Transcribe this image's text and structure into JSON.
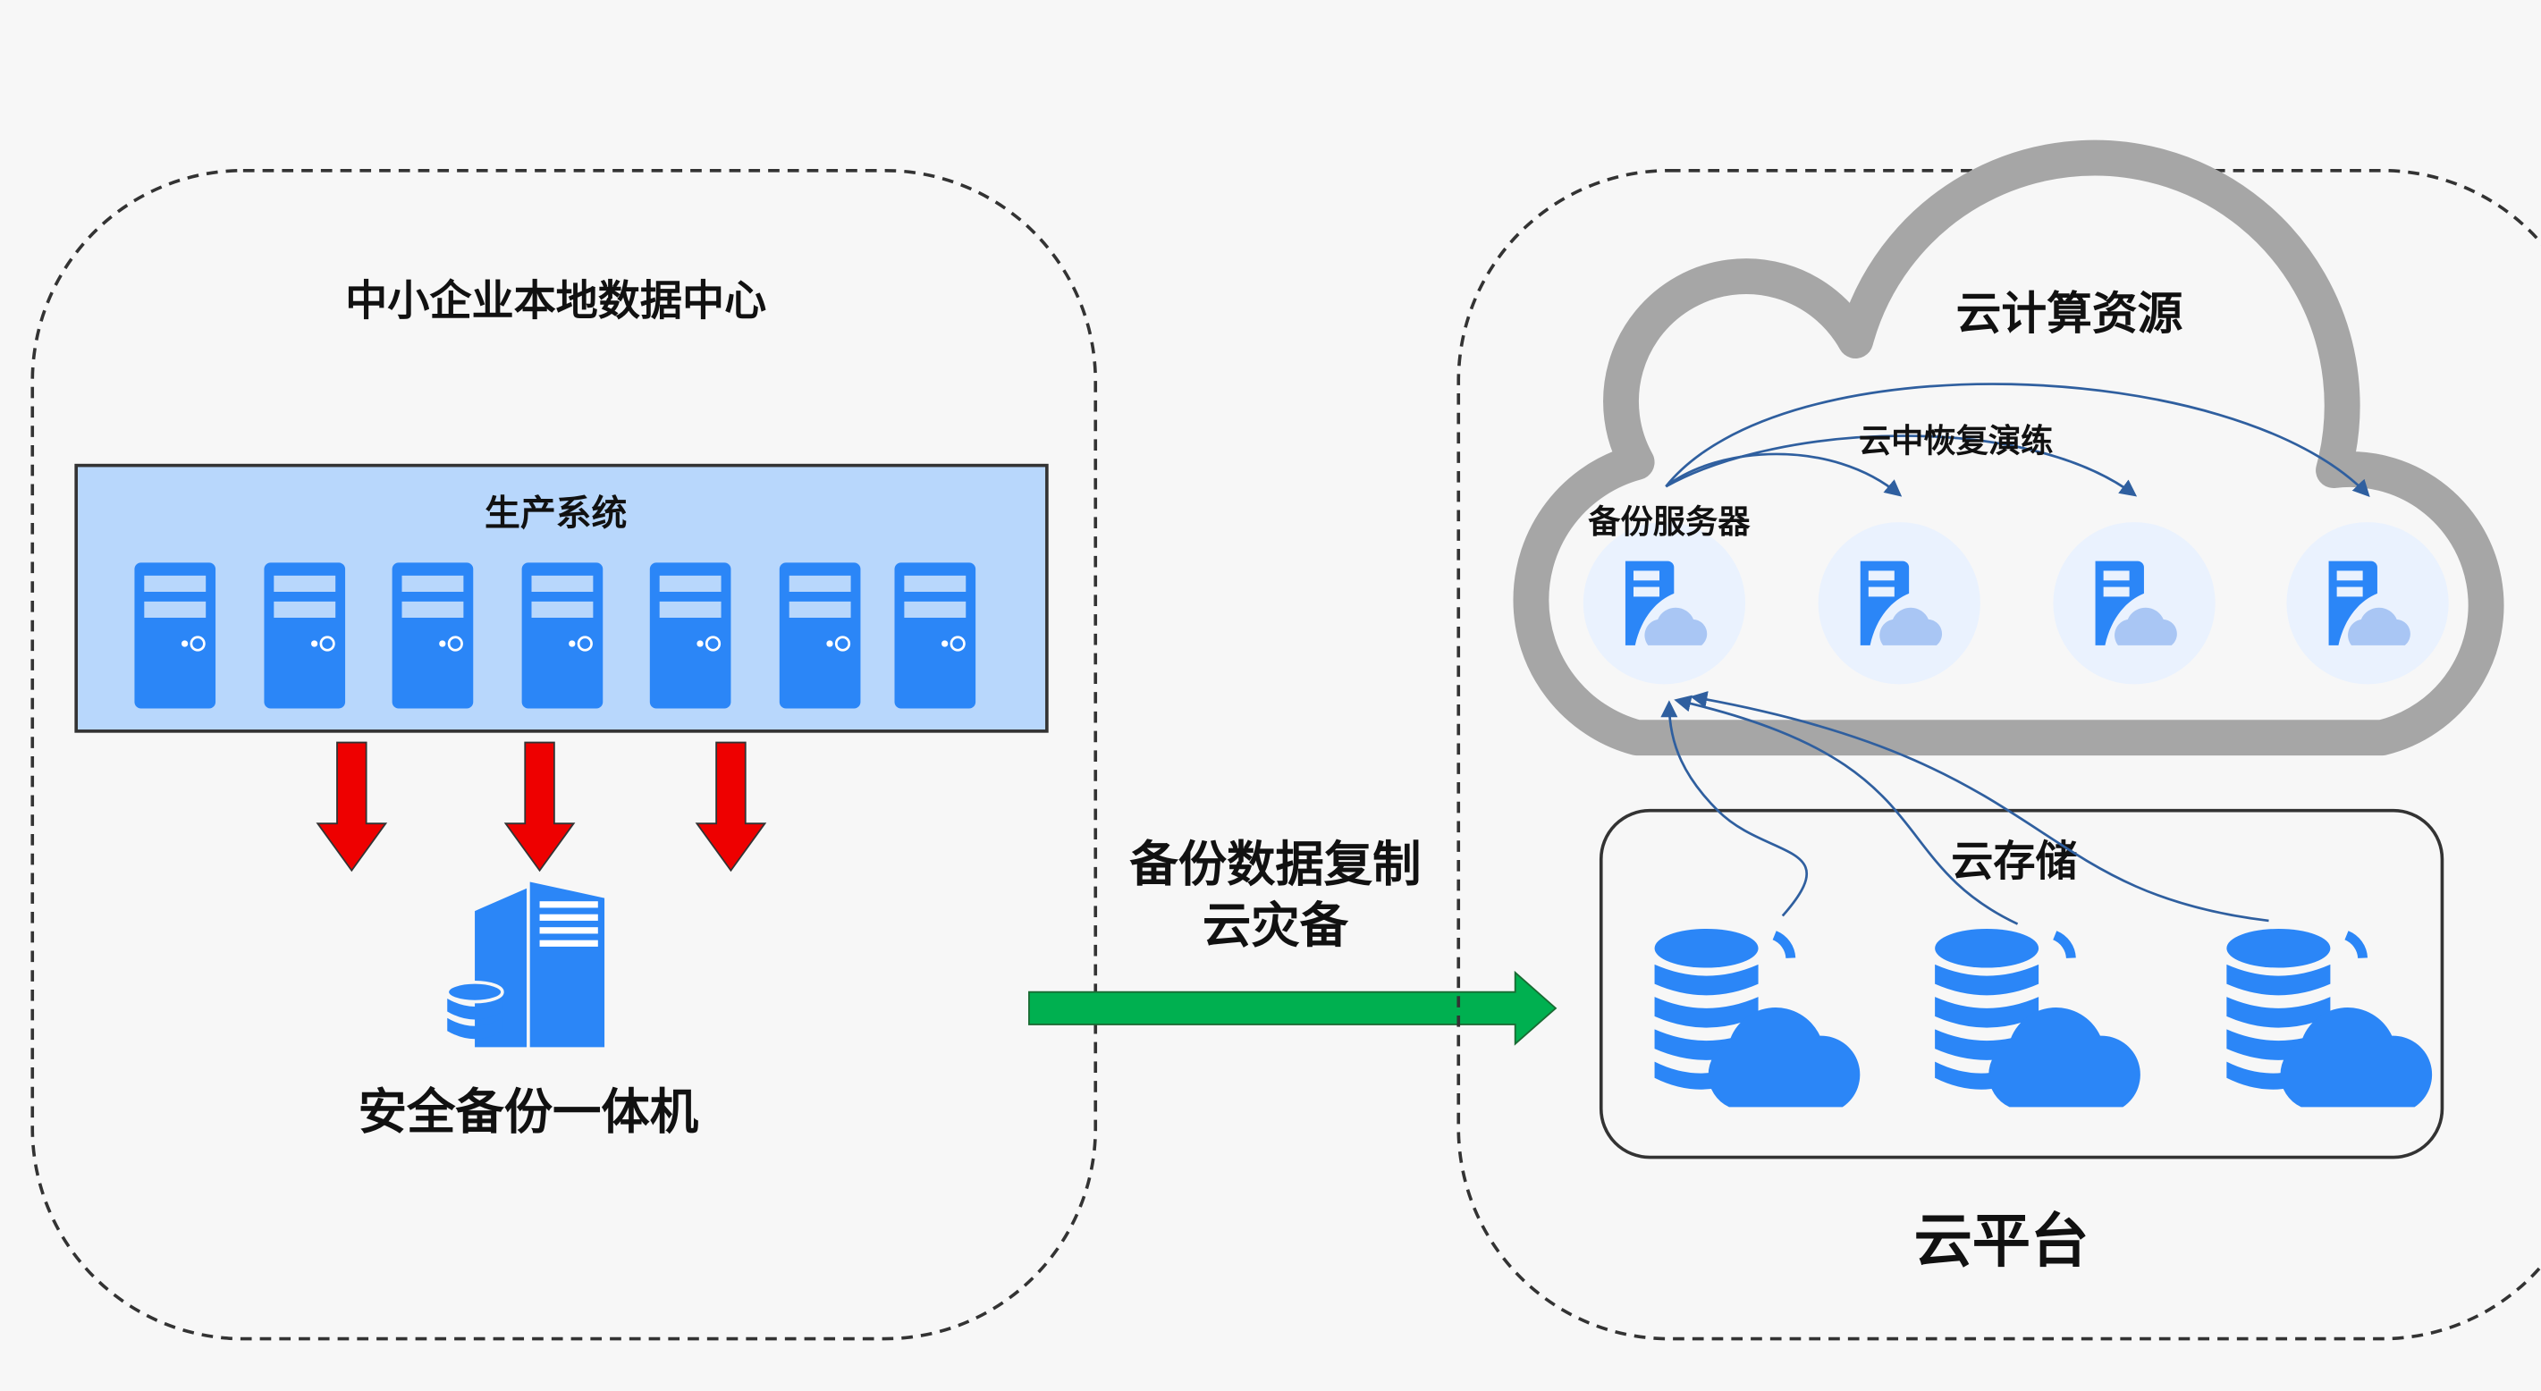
{
  "local_dc": {
    "title": "中小企业本地数据中心",
    "production_label": "生产系统",
    "server_count": 7,
    "appliance_label": "安全备份一体机"
  },
  "transfer": {
    "line1": "备份数据复制",
    "line2": "云灾备"
  },
  "cloud_platform": {
    "title": "云平台",
    "compute_label": "云计算资源",
    "drill_label": "云中恢复演练",
    "backup_server_label": "备份服务器",
    "storage_label": "云存储"
  },
  "colors": {
    "server_blue": "#2b86f7",
    "production_fill": "#b8d7fc",
    "arrow_red": "#ee0000",
    "arrow_green": "#00b050",
    "cloud_grey": "#a6a6a6",
    "flow_blue": "#2f5f9f"
  }
}
